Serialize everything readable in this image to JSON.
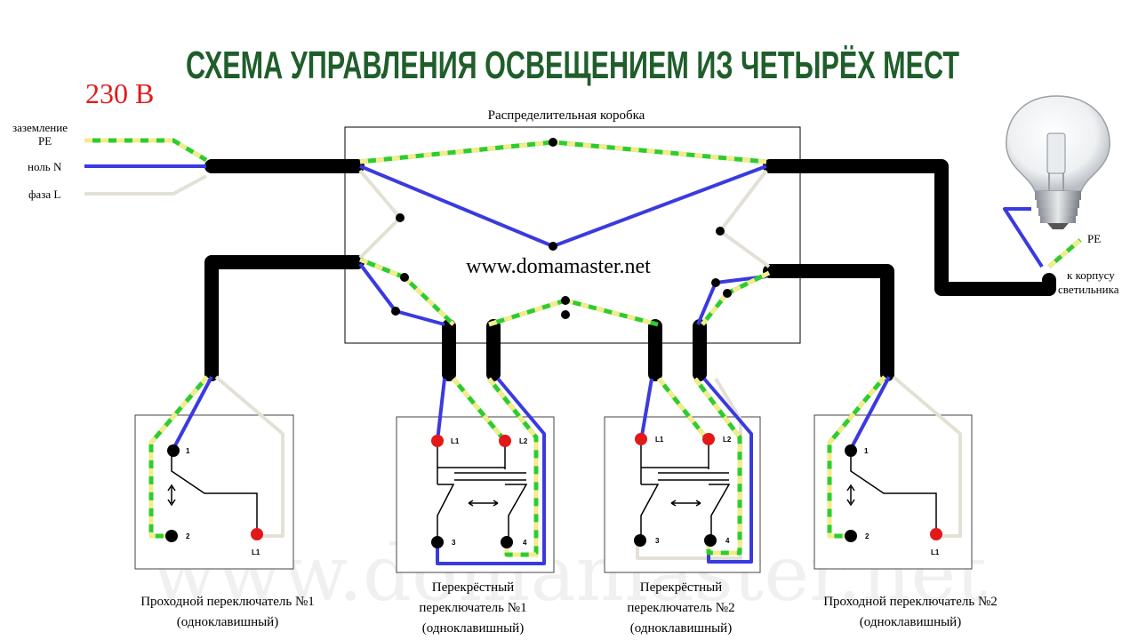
{
  "title": "СХЕМА УПРАВЛЕНИЯ ОСВЕЩЕНИЕМ ИЗ ЧЕТЫРЁХ МЕСТ",
  "voltage": "230 В",
  "inputs": {
    "pe_line1": "заземление",
    "pe_line2": "PE",
    "neutral": "ноль N",
    "phase": "фаза L"
  },
  "junction_box_label": "Распределительная коробка",
  "website": "www.domamaster.net",
  "watermark": "www.domamaster.net",
  "lamp": {
    "pe": "PE",
    "note_line1": "к корпусу",
    "note_line2": "светильника"
  },
  "switches": [
    {
      "line1": "Проходной переключатель №1",
      "line2": "(одноклавишный)",
      "line3": ""
    },
    {
      "line1": "Перекрёстный",
      "line2": "переключатель №1",
      "line3": "(одноклавишный)"
    },
    {
      "line1": "Перекрёстный",
      "line2": "переключатель №2",
      "line3": "(одноклавишный)"
    },
    {
      "line1": "Проходной переключатель №2",
      "line2": "(одноклавишный)",
      "line3": ""
    }
  ],
  "terminals": {
    "t1": "1",
    "t2": "2",
    "t3": "3",
    "t4": "4",
    "l1": "L1",
    "l2": "L2"
  },
  "colors": {
    "title": "#1f5e2b",
    "voltage": "#e01b1b",
    "pe_green": "#2ecc2e",
    "pe_yellow": "#f2ec8c",
    "neutral": "#3a3ae0",
    "phase": "#e3e1d6",
    "cable": "#000000",
    "terminal_red": "#e31818"
  }
}
